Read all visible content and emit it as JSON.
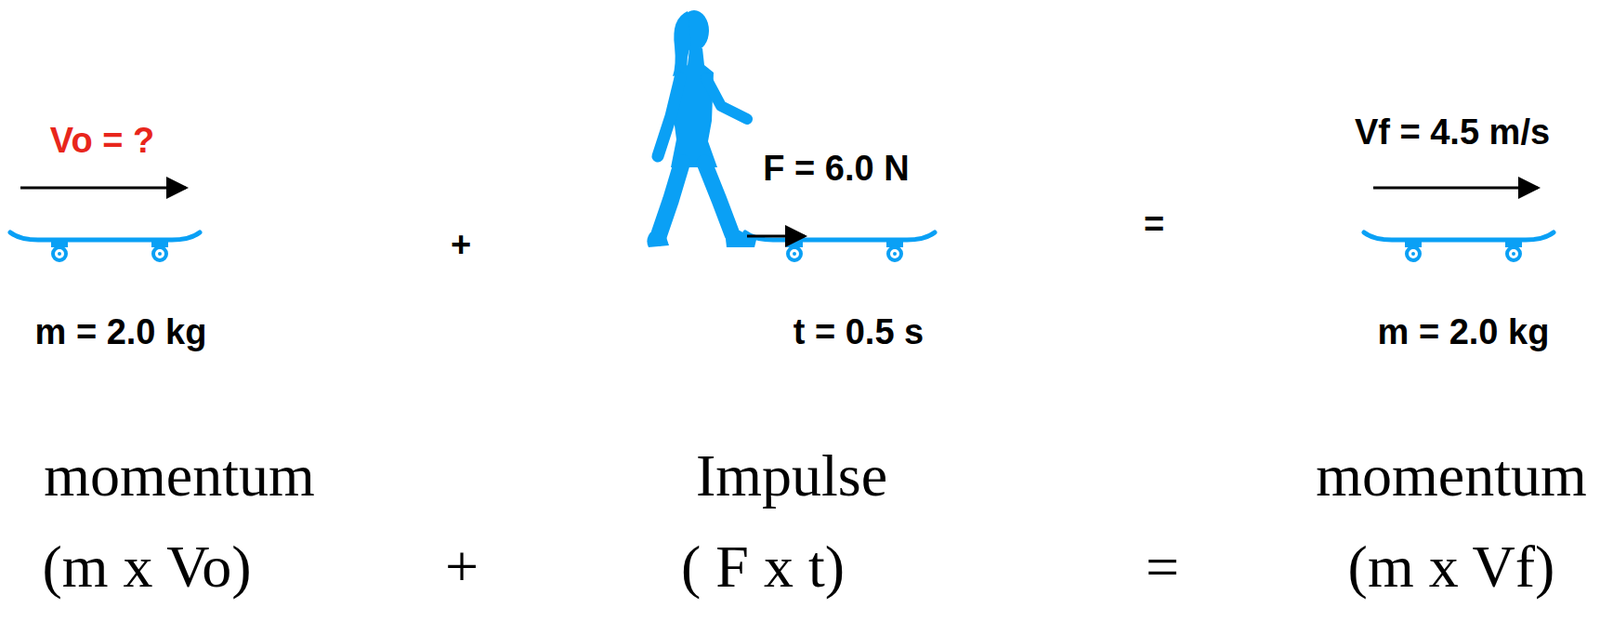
{
  "diagram": {
    "labels": [
      "Vo = ?",
      "m = 2.0 kg",
      "+",
      "F = 6.0 N",
      "t = 0.5 s",
      "=",
      "Vf = 4.5 m/s",
      "m = 2.0 kg",
      "momentum",
      "Impulse",
      "momentum",
      "(m x Vo)",
      "+",
      "( F x t)",
      "=",
      "(m x Vf)"
    ]
  }
}
